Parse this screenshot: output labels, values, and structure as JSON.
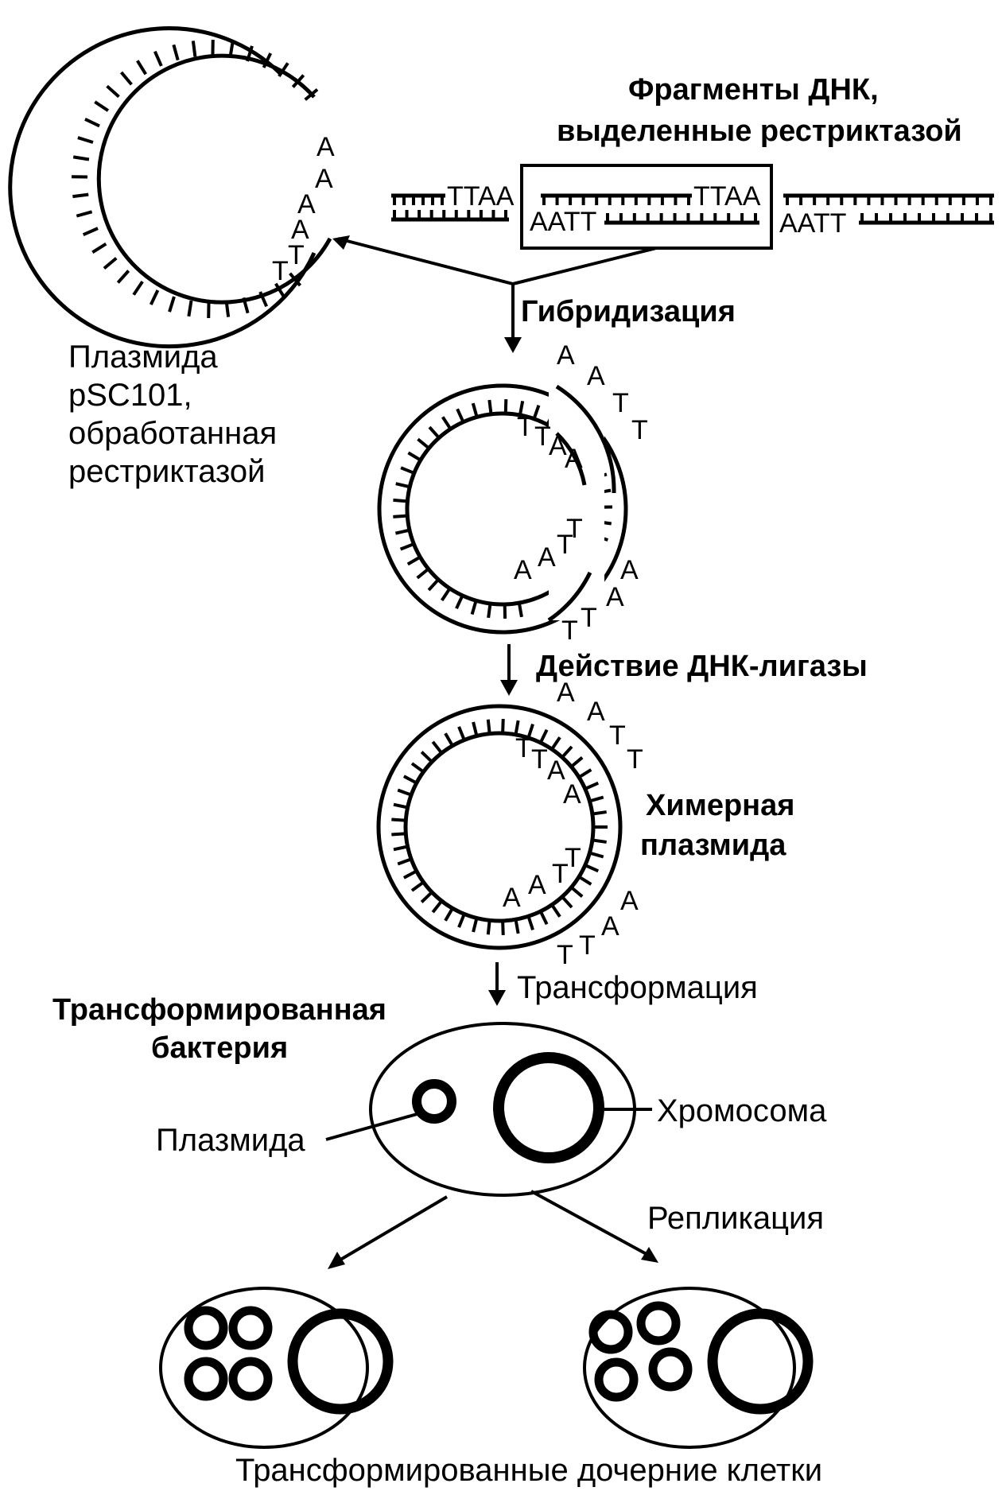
{
  "labels": {
    "fragments_line1": "Фрагменты ДНК,",
    "fragments_line2": "выделенные рестриктазой",
    "plasmid_line1": "Плазмида",
    "plasmid_line2": "pSC101,",
    "plasmid_line3": "обработанная",
    "plasmid_line4": "рестриктазой",
    "hybridization": "Гибридизация",
    "ligase": "Действие ДНК-лигазы",
    "chimeric_line1": "Химерная",
    "chimeric_line2": "плазмида",
    "transformation": "Трансформация",
    "bacterium_line1": "Трансформированная",
    "bacterium_line2": "бактерия",
    "plasmid_small": "Плазмида",
    "chromosome": "Хромосома",
    "replication": "Репликация",
    "daughter_cells": "Трансформированные дочерние клетки"
  },
  "sticky_ends": {
    "top_a": "A",
    "top_t": "T",
    "frag_left_top": "TTAA",
    "frag_mid_bottom_left": "AATT",
    "frag_mid_top_right": "TTAA",
    "frag_right_bottom": "AATT"
  },
  "colors": {
    "ink": "#000000",
    "paper": "#ffffff"
  }
}
